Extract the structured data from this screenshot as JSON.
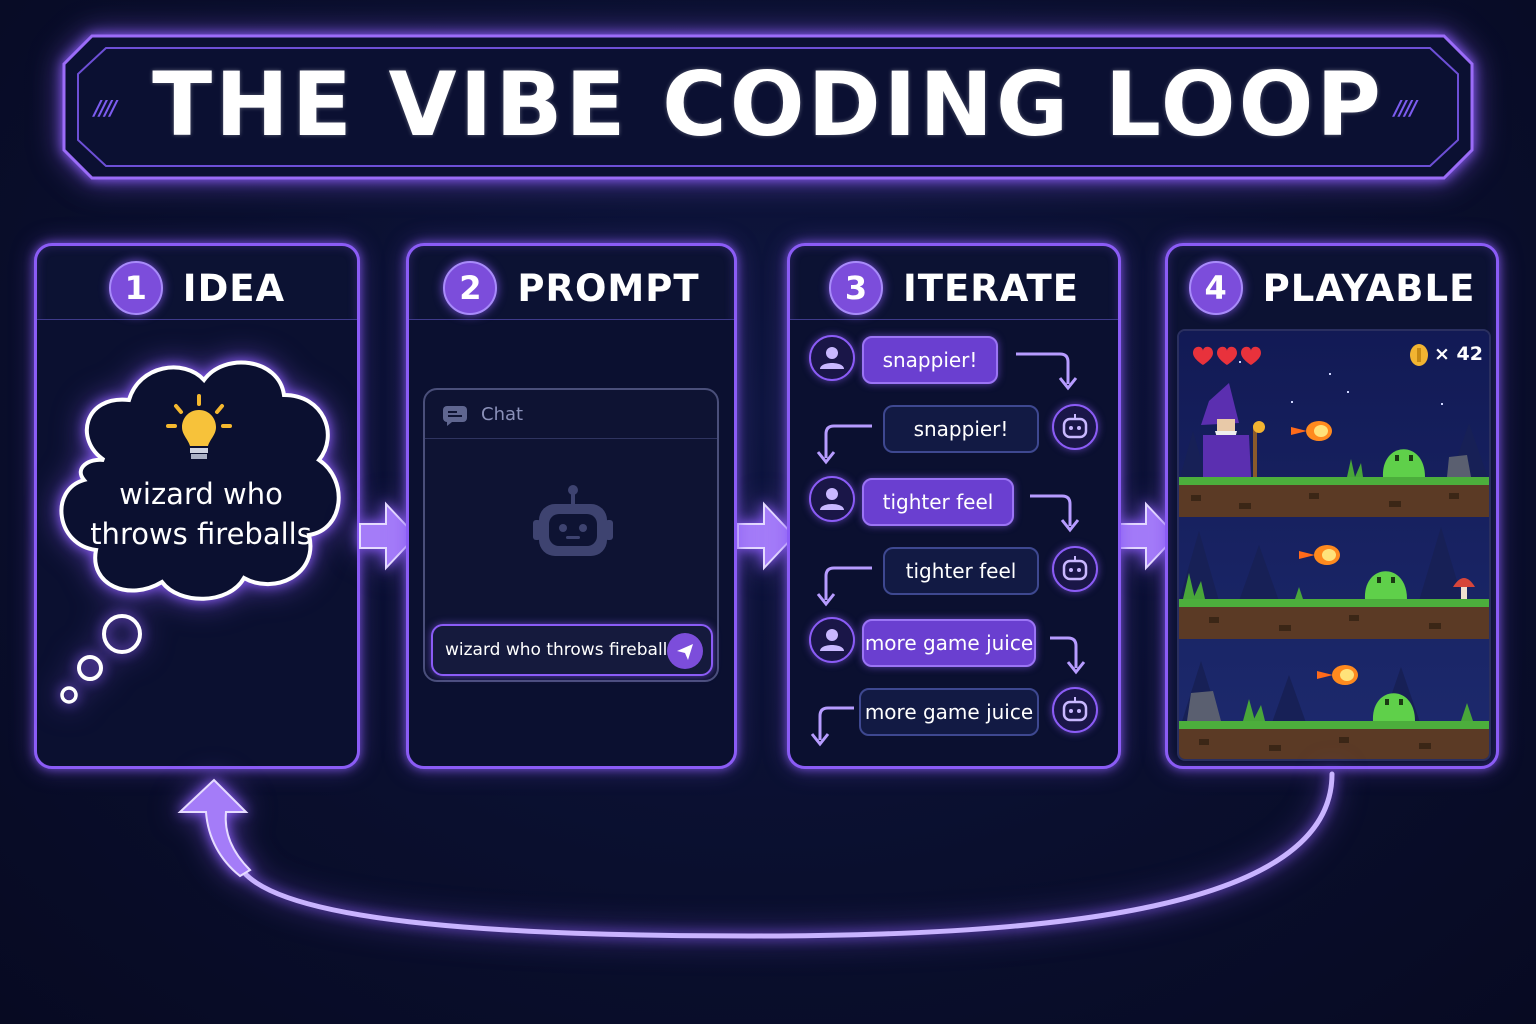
{
  "title": "THE VIBE CODING LOOP",
  "title_decoration": "////",
  "steps": [
    {
      "number": "1",
      "title": "IDEA"
    },
    {
      "number": "2",
      "title": "PROMPT"
    },
    {
      "number": "3",
      "title": "ITERATE"
    },
    {
      "number": "4",
      "title": "PLAYABLE"
    }
  ],
  "idea": {
    "line1": "wizard who",
    "line2": "throws fireballs"
  },
  "chat": {
    "title": "Chat",
    "input_value": "wizard who throws fireballs|"
  },
  "iterate": {
    "messages": [
      {
        "role": "user",
        "text": "snappier!"
      },
      {
        "role": "bot",
        "text": "snappier!"
      },
      {
        "role": "user",
        "text": "tighter feel"
      },
      {
        "role": "bot",
        "text": "tighter feel"
      },
      {
        "role": "user",
        "text": "more game juice"
      },
      {
        "role": "bot",
        "text": "more game juice"
      }
    ]
  },
  "game": {
    "hearts": 3,
    "coin_label": "× 42"
  },
  "colors": {
    "accent": "#8b5cf6",
    "background": "#0a0f2e",
    "user_bubble": "#6a3fd0",
    "bot_bubble": "#121a44"
  }
}
